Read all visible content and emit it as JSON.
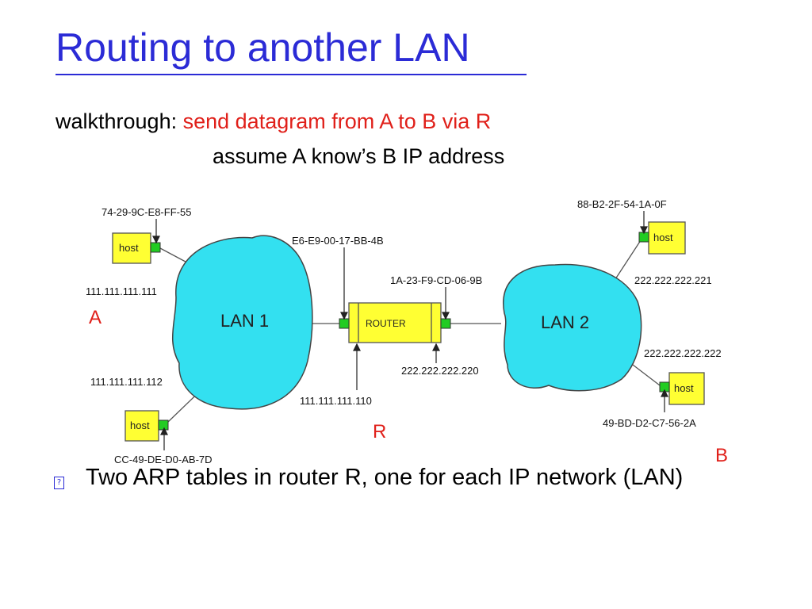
{
  "title": "Routing to another LAN",
  "walkthrough": {
    "label": "walkthrough:",
    "task": "send datagram from A to B via R",
    "assume": "assume  A know’s B IP address"
  },
  "diagram": {
    "lan1_label": "LAN 1",
    "lan2_label": "LAN 2",
    "router_label": "ROUTER",
    "host_label": "host",
    "mac_host_a": "74-29-9C-E8-FF-55",
    "ip_host_a": "111.111.111.111",
    "ip_host_lower_left": "111.111.111.112",
    "mac_host_lower_left": "CC-49-DE-D0-AB-7D",
    "router_mac_lan1": "E6-E9-00-17-BB-4B",
    "router_ip_lan1": "111.111.111.110",
    "router_mac_lan2": "1A-23-F9-CD-06-9B",
    "router_ip_lan2": "222.222.222.220",
    "mac_host_upper_right": "88-B2-2F-54-1A-0F",
    "ip_host_upper_right": "222.222.222.221",
    "ip_host_b": "222.222.222.222",
    "mac_host_b": "49-BD-D2-C7-56-2A",
    "label_a": "A",
    "label_r": "R",
    "label_b": "B",
    "colors": {
      "lan_fill": "#33e0f0",
      "host_fill": "#ffff33",
      "interface_fill": "#22cc22",
      "marker_red": "#e0201a",
      "title_blue": "#2b2bd6"
    }
  },
  "bullet": {
    "icon": "bullet-marker-icon",
    "glyph": "?",
    "text": "Two ARP tables in  router R, one for each IP network (LAN)"
  }
}
